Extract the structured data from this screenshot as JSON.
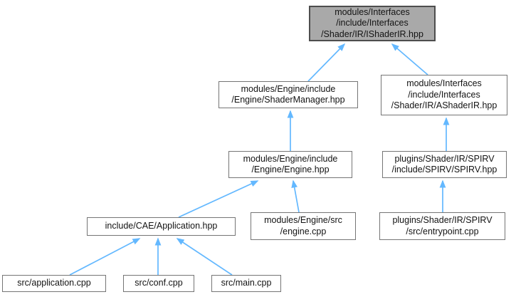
{
  "graph": {
    "edge_color": "#63b8ff",
    "current_node_fill": "#a9a9a9",
    "node_fill": "#ffffff",
    "node_border_color": "#757575",
    "nodes": [
      {
        "id": "IShaderIR_hpp",
        "highlighted": true,
        "lines": [
          "modules/Interfaces",
          "/include/Interfaces",
          "/Shader/IR/IShaderIR.hpp"
        ]
      },
      {
        "id": "ShaderManager_hpp",
        "highlighted": false,
        "lines": [
          "modules/Engine/include",
          "/Engine/ShaderManager.hpp"
        ]
      },
      {
        "id": "AShaderIR_hpp",
        "highlighted": false,
        "lines": [
          "modules/Interfaces",
          "/include/Interfaces",
          "/Shader/IR/AShaderIR.hpp"
        ]
      },
      {
        "id": "Engine_hpp",
        "highlighted": false,
        "lines": [
          "modules/Engine/include",
          "/Engine/Engine.hpp"
        ]
      },
      {
        "id": "SPIRV_hpp",
        "highlighted": false,
        "lines": [
          "plugins/Shader/IR/SPIRV",
          "/include/SPIRV/SPIRV.hpp"
        ]
      },
      {
        "id": "Application_hpp",
        "highlighted": false,
        "lines": [
          "include/CAE/Application.hpp"
        ]
      },
      {
        "id": "engine_cpp",
        "highlighted": false,
        "lines": [
          "modules/Engine/src",
          "/engine.cpp"
        ]
      },
      {
        "id": "entrypoint_cpp",
        "highlighted": false,
        "lines": [
          "plugins/Shader/IR/SPIRV",
          "/src/entrypoint.cpp"
        ]
      },
      {
        "id": "application_cpp",
        "highlighted": false,
        "lines": [
          "src/application.cpp"
        ]
      },
      {
        "id": "conf_cpp",
        "highlighted": false,
        "lines": [
          "src/conf.cpp"
        ]
      },
      {
        "id": "main_cpp",
        "highlighted": false,
        "lines": [
          "src/main.cpp"
        ]
      }
    ],
    "edges": [
      {
        "from": "ShaderManager_hpp",
        "to": "IShaderIR_hpp"
      },
      {
        "from": "AShaderIR_hpp",
        "to": "IShaderIR_hpp"
      },
      {
        "from": "Engine_hpp",
        "to": "ShaderManager_hpp"
      },
      {
        "from": "SPIRV_hpp",
        "to": "AShaderIR_hpp"
      },
      {
        "from": "Application_hpp",
        "to": "Engine_hpp"
      },
      {
        "from": "engine_cpp",
        "to": "Engine_hpp"
      },
      {
        "from": "entrypoint_cpp",
        "to": "SPIRV_hpp"
      },
      {
        "from": "application_cpp",
        "to": "Application_hpp"
      },
      {
        "from": "conf_cpp",
        "to": "Application_hpp"
      },
      {
        "from": "main_cpp",
        "to": "Application_hpp"
      }
    ]
  }
}
